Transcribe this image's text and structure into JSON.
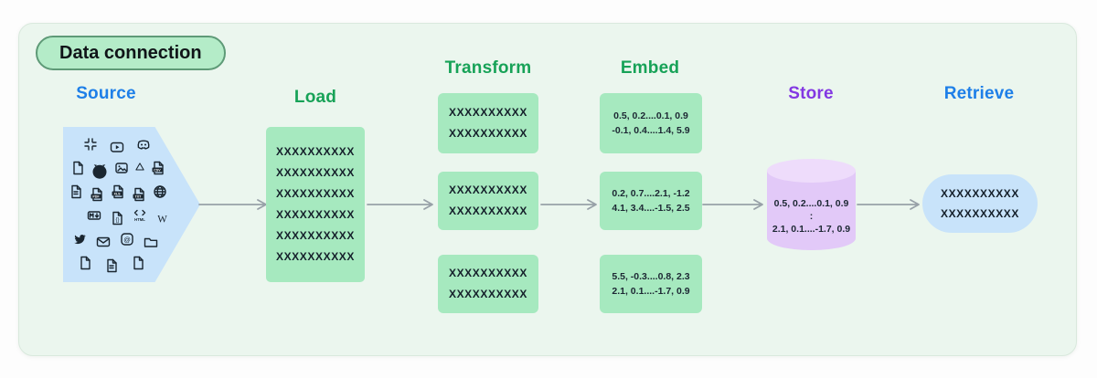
{
  "badge": {
    "label": "Data connection"
  },
  "headers": {
    "source": {
      "label": "Source",
      "color": "#1e7fe8"
    },
    "load": {
      "label": "Load",
      "color": "#17a257"
    },
    "transform": {
      "label": "Transform",
      "color": "#17a257"
    },
    "embed": {
      "label": "Embed",
      "color": "#17a257"
    },
    "store": {
      "label": "Store",
      "color": "#8338e2"
    },
    "retrieve": {
      "label": "Retrieve",
      "color": "#1e7fe8"
    }
  },
  "source": {
    "icon_rows": [
      [
        "slack",
        "youtube",
        "discord"
      ],
      [
        "file",
        "github",
        "image",
        "gdrive",
        "csv-file"
      ],
      [
        "file-text",
        "pdf-file",
        "xls-file",
        "txt-file",
        "globe"
      ],
      [
        "markdown",
        "json-file",
        "html",
        "wikipedia"
      ],
      [
        "twitter",
        "email",
        "threads",
        "folder"
      ],
      [
        "file",
        "file-text",
        "file"
      ]
    ]
  },
  "load": {
    "lines": [
      "XXXXXXXXXX",
      "XXXXXXXXXX",
      "XXXXXXXXXX",
      "XXXXXXXXXX",
      "XXXXXXXXXX",
      "XXXXXXXXXX"
    ]
  },
  "transform": {
    "boxes": [
      [
        "XXXXXXXXXX",
        "XXXXXXXXXX"
      ],
      [
        "XXXXXXXXXX",
        "XXXXXXXXXX"
      ],
      [
        "XXXXXXXXXX",
        "XXXXXXXXXX"
      ]
    ]
  },
  "embed": {
    "boxes": [
      [
        "0.5, 0.2....0.1, 0.9",
        "-0.1, 0.4....1.4, 5.9"
      ],
      [
        "0.2, 0.7....2.1, -1.2",
        "4.1, 3.4....-1.5, 2.5"
      ],
      [
        "5.5, -0.3....0.8, 2.3",
        "2.1, 0.1....-1.7, 0.9"
      ]
    ]
  },
  "store": {
    "lines": [
      "0.5, 0.2....0.1, 0.9",
      ":",
      "2.1, 0.1....-1.7, 0.9"
    ]
  },
  "retrieve": {
    "lines": [
      "XXXXXXXXXX",
      "XXXXXXXXXX"
    ]
  },
  "colors": {
    "page_bg": "#fdfdfd",
    "panel_bg": "#ebf6ee",
    "panel_border": "#d9e9dd",
    "badge_bg": "#b4ecc8",
    "badge_border": "#5e9a77",
    "green_header": "#17a257",
    "blue_header": "#1e7fe8",
    "purple_header": "#8338e2",
    "green_box": "#a6e9bf",
    "blue_shape": "#c8e3fa",
    "purple_cylinder": "#e2c9f8",
    "purple_cylinder_top": "#eedcfb",
    "arrow": "#98a1a8",
    "text_dark": "#15202b"
  }
}
